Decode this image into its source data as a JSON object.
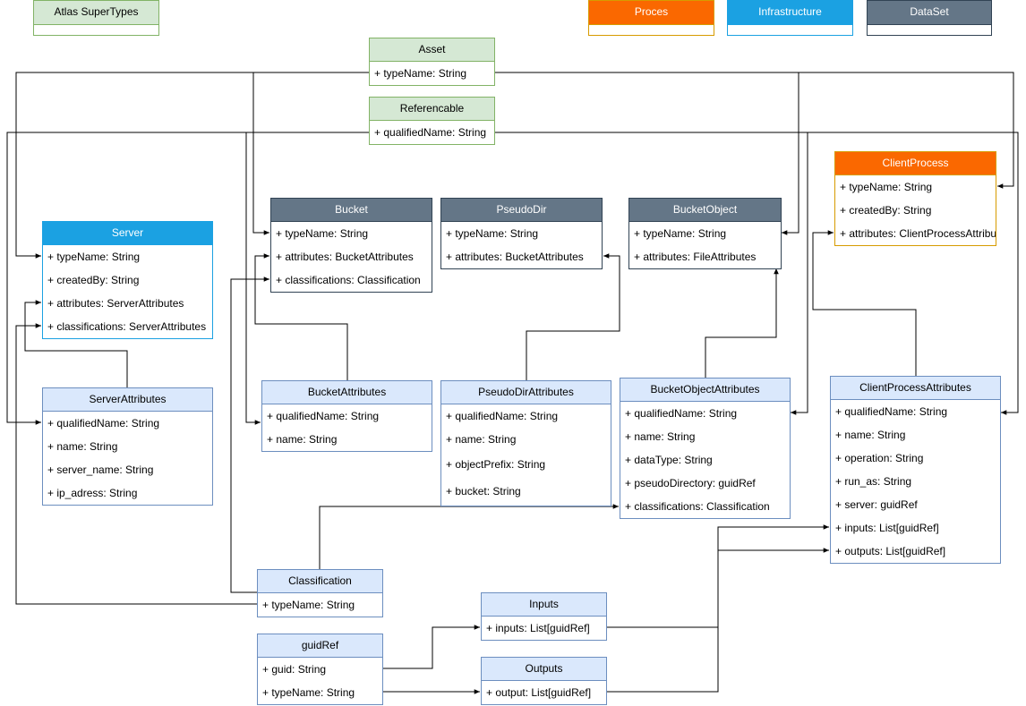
{
  "legend": {
    "atlas": "Atlas SuperTypes",
    "process": "Proces",
    "infrastructure": "Infrastructure",
    "dataset": "DataSet"
  },
  "asset": {
    "title": "Asset",
    "attrs": [
      "+ typeName: String"
    ]
  },
  "referencable": {
    "title": "Referencable",
    "attrs": [
      "+ qualifiedName: String"
    ]
  },
  "server": {
    "title": "Server",
    "attrs": [
      "+ typeName: String",
      "+ createdBy: String",
      "+ attributes: ServerAttributes",
      "+ classifications: ServerAttributes"
    ]
  },
  "bucket": {
    "title": "Bucket",
    "attrs": [
      "+ typeName: String",
      "+ attributes: BucketAttributes",
      "+ classifications: Classification"
    ]
  },
  "pseudodir": {
    "title": "PseudoDir",
    "attrs": [
      "+ typeName: String",
      "+ attributes: BucketAttributes"
    ]
  },
  "bucketobject": {
    "title": "BucketObject",
    "attrs": [
      "+ typeName: String",
      "+ attributes: FileAttributes"
    ]
  },
  "clientprocess": {
    "title": "ClientProcess",
    "attrs": [
      "+ typeName: String",
      "+ createdBy: String",
      "+ attributes: ClientProcessAttributes"
    ]
  },
  "serverattributes": {
    "title": "ServerAttributes",
    "attrs": [
      "+ qualifiedName: String",
      "+ name: String",
      "+ server_name: String",
      "+ ip_adress: String"
    ]
  },
  "bucketattributes": {
    "title": "BucketAttributes",
    "attrs": [
      "+ qualifiedName: String",
      "+ name: String"
    ]
  },
  "pseudodirattributes": {
    "title": "PseudoDirAttributes",
    "attrs": [
      "+ qualifiedName: String",
      "+ name: String",
      "+ objectPrefix: String",
      "+ bucket: String"
    ]
  },
  "bucketobjectattributes": {
    "title": "BucketObjectAttributes",
    "attrs": [
      "+ qualifiedName: String",
      "+ name: String",
      "+ dataType: String",
      "+ pseudoDirectory: guidRef",
      "+ classifications: Classification"
    ]
  },
  "clientprocessattributes": {
    "title": "ClientProcessAttributes",
    "attrs": [
      "+ qualifiedName: String",
      "+ name: String",
      "+ operation: String",
      "+ run_as: String",
      "+ server: guidRef",
      "+ inputs: List[guidRef]",
      "+ outputs: List[guidRef]"
    ]
  },
  "classification": {
    "title": "Classification",
    "attrs": [
      "+ typeName: String"
    ]
  },
  "inputs": {
    "title": "Inputs",
    "attrs": [
      "+ inputs: List[guidRef]"
    ]
  },
  "outputs": {
    "title": "Outputs",
    "attrs": [
      "+ output: List[guidRef]"
    ]
  },
  "guidref": {
    "title": "guidRef",
    "attrs": [
      "+ guid: String",
      "+ typeName: String"
    ]
  }
}
